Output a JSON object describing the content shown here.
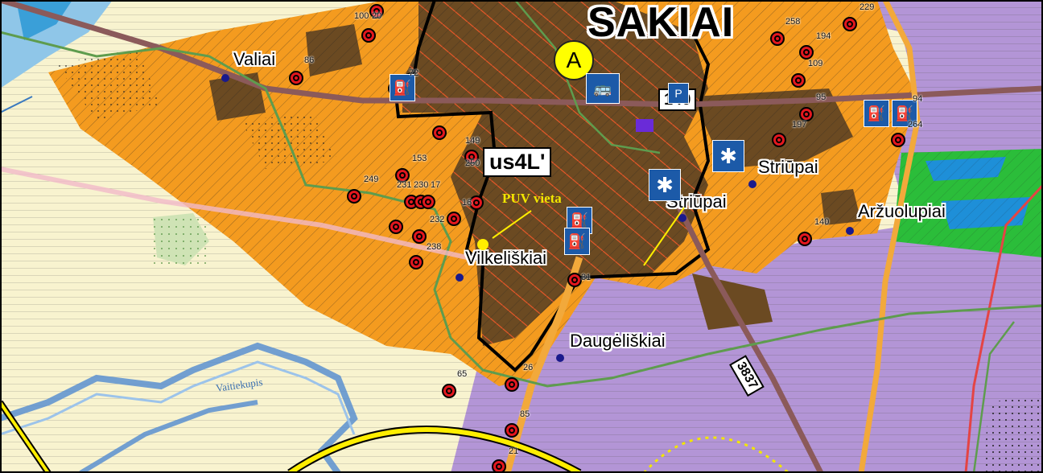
{
  "map": {
    "title": "SAKIAI",
    "zone_label": "us4L'",
    "road_number_main": "140",
    "road_number_secondary": "3837",
    "circle_marker_letter": "A",
    "puv_label": "PUV  vieta",
    "river_label": "Vaitiekupis",
    "places": [
      {
        "id": "valiai",
        "label": "Valiai"
      },
      {
        "id": "vilkeliskiai",
        "label": "Vilkeliškiai"
      },
      {
        "id": "striupai-1",
        "label": "Striūpai"
      },
      {
        "id": "striupai-2",
        "label": "Striūpai"
      },
      {
        "id": "arzuolupiai",
        "label": "Aržuolupiai"
      },
      {
        "id": "daugeliskiai",
        "label": "Daugėliškiai"
      }
    ],
    "point_numbers": [
      "100",
      "20",
      "86",
      "72",
      "229",
      "258",
      "194",
      "109",
      "95",
      "197",
      "94",
      "264",
      "149",
      "153",
      "250",
      "249",
      "231",
      "230",
      "17",
      "16",
      "232",
      "238",
      "140",
      "31",
      "65",
      "26",
      "85",
      "21"
    ],
    "icons": [
      "fuel-station-icon",
      "bus-stop-icon",
      "snowflake-icon",
      "parking-icon"
    ],
    "colors": {
      "yellow_area": "#f8f3cf",
      "orange_zone": "#f49b1f",
      "brown_built": "#6b4a22",
      "purple_zone": "#b395d6",
      "road_brown": "#8b5a5a",
      "road_orange": "#f2a93b",
      "boundary_green": "#5e9c4e",
      "canal_blue": "#3a79bf",
      "point_red": "#e4171e",
      "icon_blue": "#1c5aa8"
    }
  }
}
